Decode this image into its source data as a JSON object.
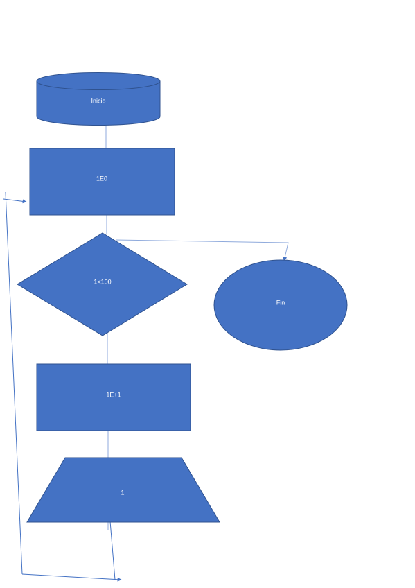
{
  "diagram": {
    "nodes": {
      "start": {
        "label": "Inicio"
      },
      "init": {
        "label": "1E0"
      },
      "decision": {
        "label": "1<100"
      },
      "end": {
        "label": "Fin"
      },
      "increment": {
        "label": "1E+1"
      },
      "output": {
        "label": "1"
      }
    }
  },
  "colors": {
    "shape_fill": "#4472c4",
    "shape_stroke": "#2f528f",
    "connector": "#8faadc",
    "loop_connector": "#4472c4",
    "text": "#ffffff"
  }
}
